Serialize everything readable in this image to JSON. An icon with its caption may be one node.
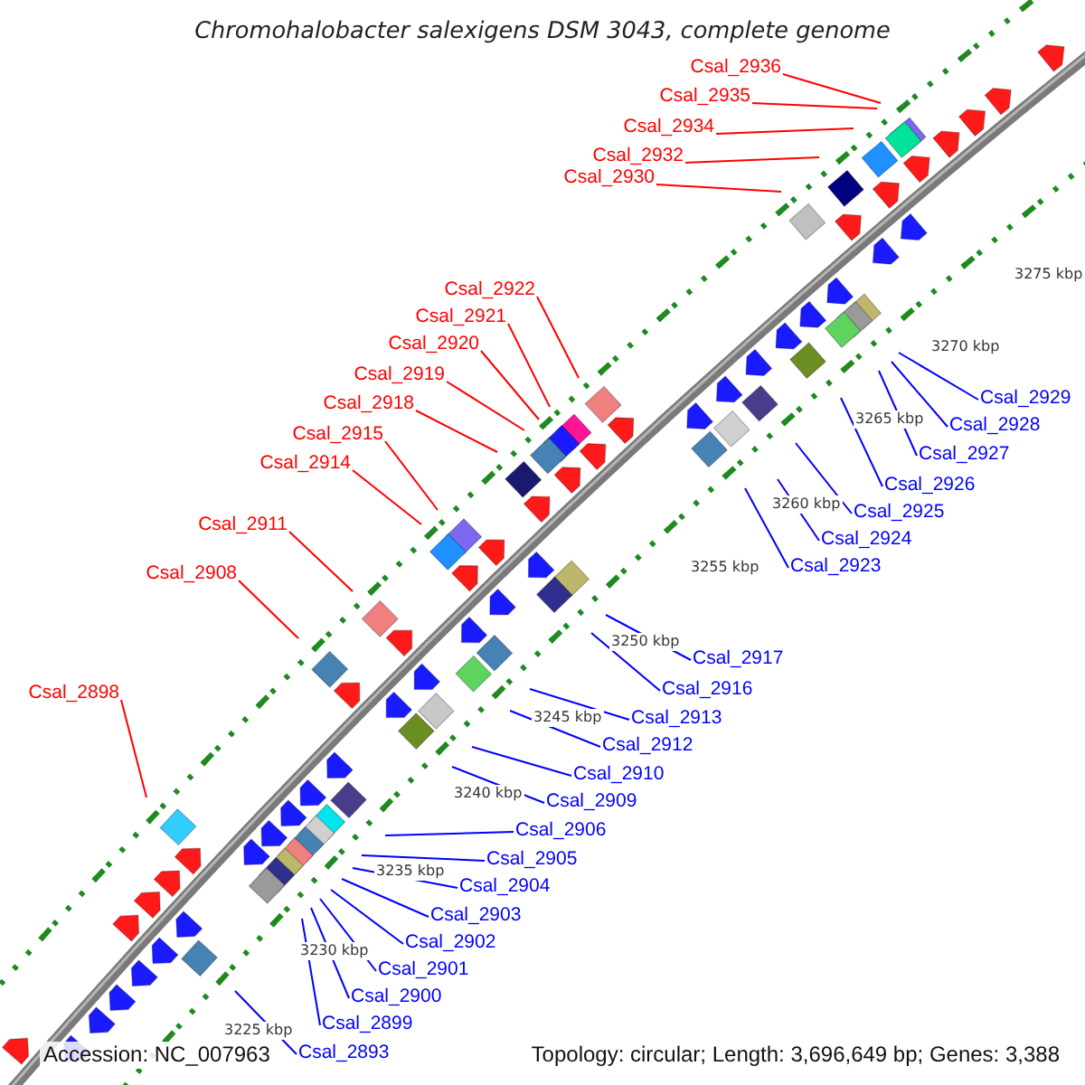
{
  "diagram": {
    "title": "Chromohalobacter salexigens DSM 3043, complete genome",
    "nodes": [
      {
        "text": [
          "Csal_2936"
        ]
      },
      {
        "text": [
          "Csal_2935"
        ]
      },
      {
        "text": [
          "Csal_2934"
        ]
      },
      {
        "text": [
          "Csal_2932"
        ]
      },
      {
        "text": [
          "Csal_2930"
        ]
      },
      {
        "text": [
          "Csal_2922"
        ]
      },
      {
        "text": [
          "Csal_2921"
        ]
      },
      {
        "text": [
          "Csal_2920"
        ]
      },
      {
        "text": [
          "Csal_2919"
        ]
      },
      {
        "text": [
          "Csal_2929"
        ]
      },
      {
        "text": [
          "Csal_2918"
        ]
      },
      {
        "text": [
          "Csal_2928"
        ]
      },
      {
        "text": [
          "Csal_2915"
        ]
      },
      {
        "text": [
          "Csal_2927"
        ]
      },
      {
        "text": [
          "Csal_2914"
        ]
      },
      {
        "text": [
          "Csal_2926"
        ]
      },
      {
        "text": [
          "Csal_2925"
        ]
      },
      {
        "text": [
          "Csal_2911"
        ]
      },
      {
        "text": [
          "Csal_2924"
        ]
      },
      {
        "text": [
          "Csal_2923"
        ]
      },
      {
        "text": [
          "Csal_2908"
        ]
      },
      {
        "text": [
          "Csal_2917"
        ]
      },
      {
        "text": [
          "Csal_2916"
        ]
      },
      {
        "text": [
          "Csal_2898"
        ]
      },
      {
        "text": [
          "Csal_2913"
        ]
      },
      {
        "text": [
          "Csal_2912"
        ]
      },
      {
        "text": [
          "Csal_2910"
        ]
      },
      {
        "text": [
          "Csal_2909"
        ]
      },
      {
        "text": [
          "Csal_2906"
        ]
      },
      {
        "text": [
          "Csal_2905"
        ]
      },
      {
        "text": [
          "Csal_2904"
        ]
      },
      {
        "text": [
          "Csal_2903"
        ]
      },
      {
        "text": [
          "Csal_2902"
        ]
      },
      {
        "text": [
          "Csal_2901"
        ]
      },
      {
        "text": [
          "Csal_2900"
        ]
      },
      {
        "text": [
          "Csal_2899"
        ]
      },
      {
        "text": [
          "Csal_2893"
        ]
      }
    ],
    "edges": [
      {
        "from": 0,
        "to": null,
        "arrow": "none",
        "color": "#ff0000"
      },
      {
        "from": 1,
        "to": null,
        "arrow": "none",
        "color": "#ff0000"
      },
      {
        "from": 2,
        "to": null,
        "arrow": "none",
        "color": "#ff0000"
      },
      {
        "from": 3,
        "to": null,
        "arrow": "none",
        "color": "#ff0000"
      },
      {
        "from": 4,
        "to": null,
        "arrow": "none",
        "color": "#ff0000"
      },
      {
        "from": 5,
        "to": null,
        "arrow": "none",
        "color": "#ff0000"
      },
      {
        "from": 6,
        "to": null,
        "arrow": "none",
        "color": "#ff0000"
      },
      {
        "from": 7,
        "to": null,
        "arrow": "none",
        "color": "#ff0000"
      },
      {
        "from": 8,
        "to": null,
        "arrow": "none",
        "color": "#ff0000"
      },
      {
        "from": 9,
        "to": null,
        "arrow": "none"
      },
      {
        "from": 10,
        "to": null,
        "arrow": "none",
        "color": "#ff0000"
      },
      {
        "from": 11,
        "to": null,
        "arrow": "none"
      },
      {
        "from": 12,
        "to": null,
        "arrow": "none",
        "color": "#ff0000"
      },
      {
        "from": 13,
        "to": null,
        "arrow": "none"
      },
      {
        "from": 14,
        "to": null,
        "arrow": "none",
        "color": "#ff0000"
      },
      {
        "from": 15,
        "to": null,
        "arrow": "none"
      },
      {
        "from": 16,
        "to": null,
        "arrow": "none"
      },
      {
        "from": 17,
        "to": null,
        "arrow": "none",
        "color": "#ff0000"
      },
      {
        "from": 18,
        "to": null,
        "arrow": "none"
      },
      {
        "from": 19,
        "to": null,
        "arrow": "none"
      },
      {
        "from": 20,
        "to": null,
        "arrow": "none",
        "color": "#ff0000"
      },
      {
        "from": 21,
        "to": null,
        "arrow": "none"
      },
      {
        "from": 22,
        "to": null,
        "arrow": "none"
      },
      {
        "from": 23,
        "to": null,
        "arrow": "none",
        "color": "#ff0000"
      },
      {
        "from": 24,
        "to": null,
        "arrow": "none"
      },
      {
        "from": 25,
        "to": null,
        "arrow": "none"
      },
      {
        "from": 26,
        "to": null,
        "arrow": "none"
      },
      {
        "from": 27,
        "to": null,
        "arrow": "none"
      },
      {
        "from": 28,
        "to": null,
        "arrow": "none"
      },
      {
        "from": 29,
        "to": null,
        "arrow": "none"
      },
      {
        "from": 30,
        "to": null,
        "arrow": "none"
      },
      {
        "from": 31,
        "to": null,
        "arrow": "none"
      },
      {
        "from": 32,
        "to": null,
        "arrow": "none"
      },
      {
        "from": 33,
        "to": null,
        "arrow": "none"
      },
      {
        "from": 34,
        "to": null,
        "arrow": "none"
      },
      {
        "from": 35,
        "to": null,
        "arrow": "none"
      },
      {
        "from": 36,
        "to": null,
        "arrow": "none"
      }
    ],
    "labels": [
      "3275 kbp",
      "3270 kbp",
      "3265 kbp",
      "3260 kbp",
      "3255 kbp",
      "3250 kbp",
      "3245 kbp",
      "3240 kbp",
      "3235 kbp",
      "3230 kbp",
      "3225 kbp",
      "Accession: NC_007963",
      "Topology: circular; Length: 3,696,649 bp; Genes: 3,388"
    ]
  }
}
